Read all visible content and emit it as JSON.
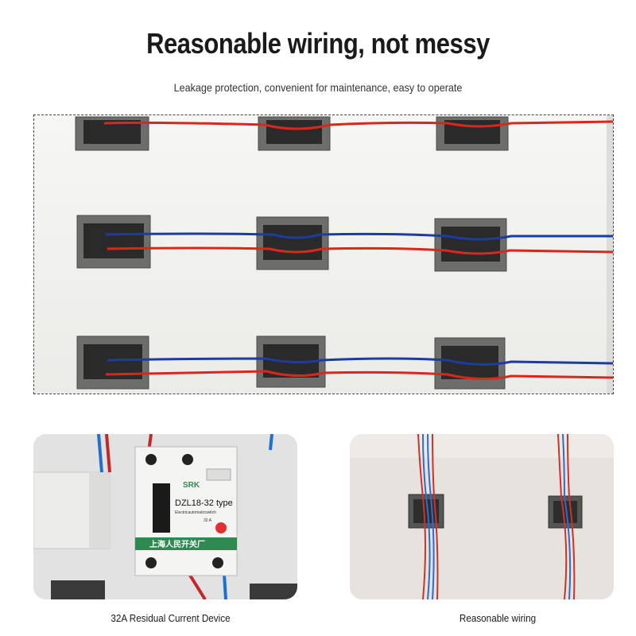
{
  "header": {
    "title": "Reasonable wiring, not messy",
    "subtitle": "Leakage protection, convenient for maintenance, easy to operate"
  },
  "device": {
    "brand": "SRK",
    "model": "DZL18-32 type",
    "subtitle": "Electricautomaticswitch",
    "rating": "32 A",
    "manufacturer": "上海人民开关厂"
  },
  "captions": {
    "left": "32A Residual Current Device",
    "right": "Reasonable wiring"
  },
  "colors": {
    "red_wire": "#d8281e",
    "blue_wire": "#1e3c9e",
    "device_green": "#2f8a52"
  }
}
